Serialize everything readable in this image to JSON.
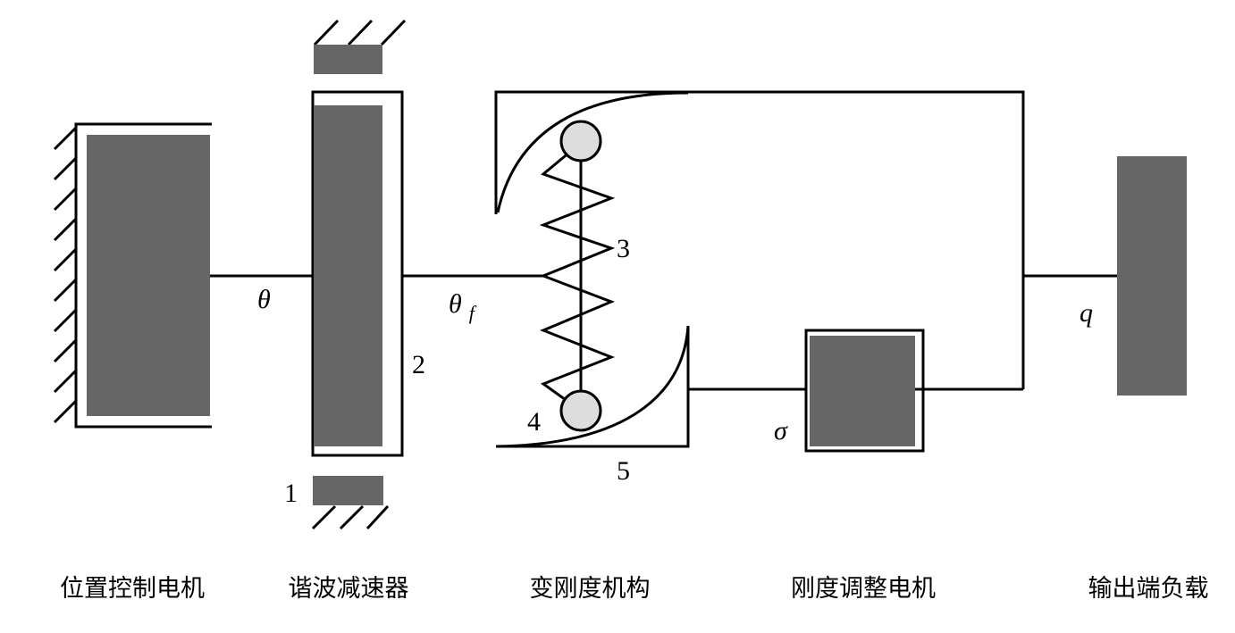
{
  "diagram": {
    "symbols": {
      "theta": "θ",
      "theta_f": "θ",
      "theta_f_subscript": "f",
      "q": "q",
      "sigma": "σ"
    },
    "part_numbers": [
      "1",
      "2",
      "3",
      "4",
      "5"
    ],
    "components": [
      {
        "label": "位置控制电机"
      },
      {
        "label": "谐波减速器"
      },
      {
        "label": "变刚度机构"
      },
      {
        "label": "刚度调整电机"
      },
      {
        "label": "输出端负载"
      }
    ]
  },
  "colors": {
    "block": "#666666",
    "roller": "#dddddd",
    "line": "#000000",
    "background": "#ffffff"
  }
}
